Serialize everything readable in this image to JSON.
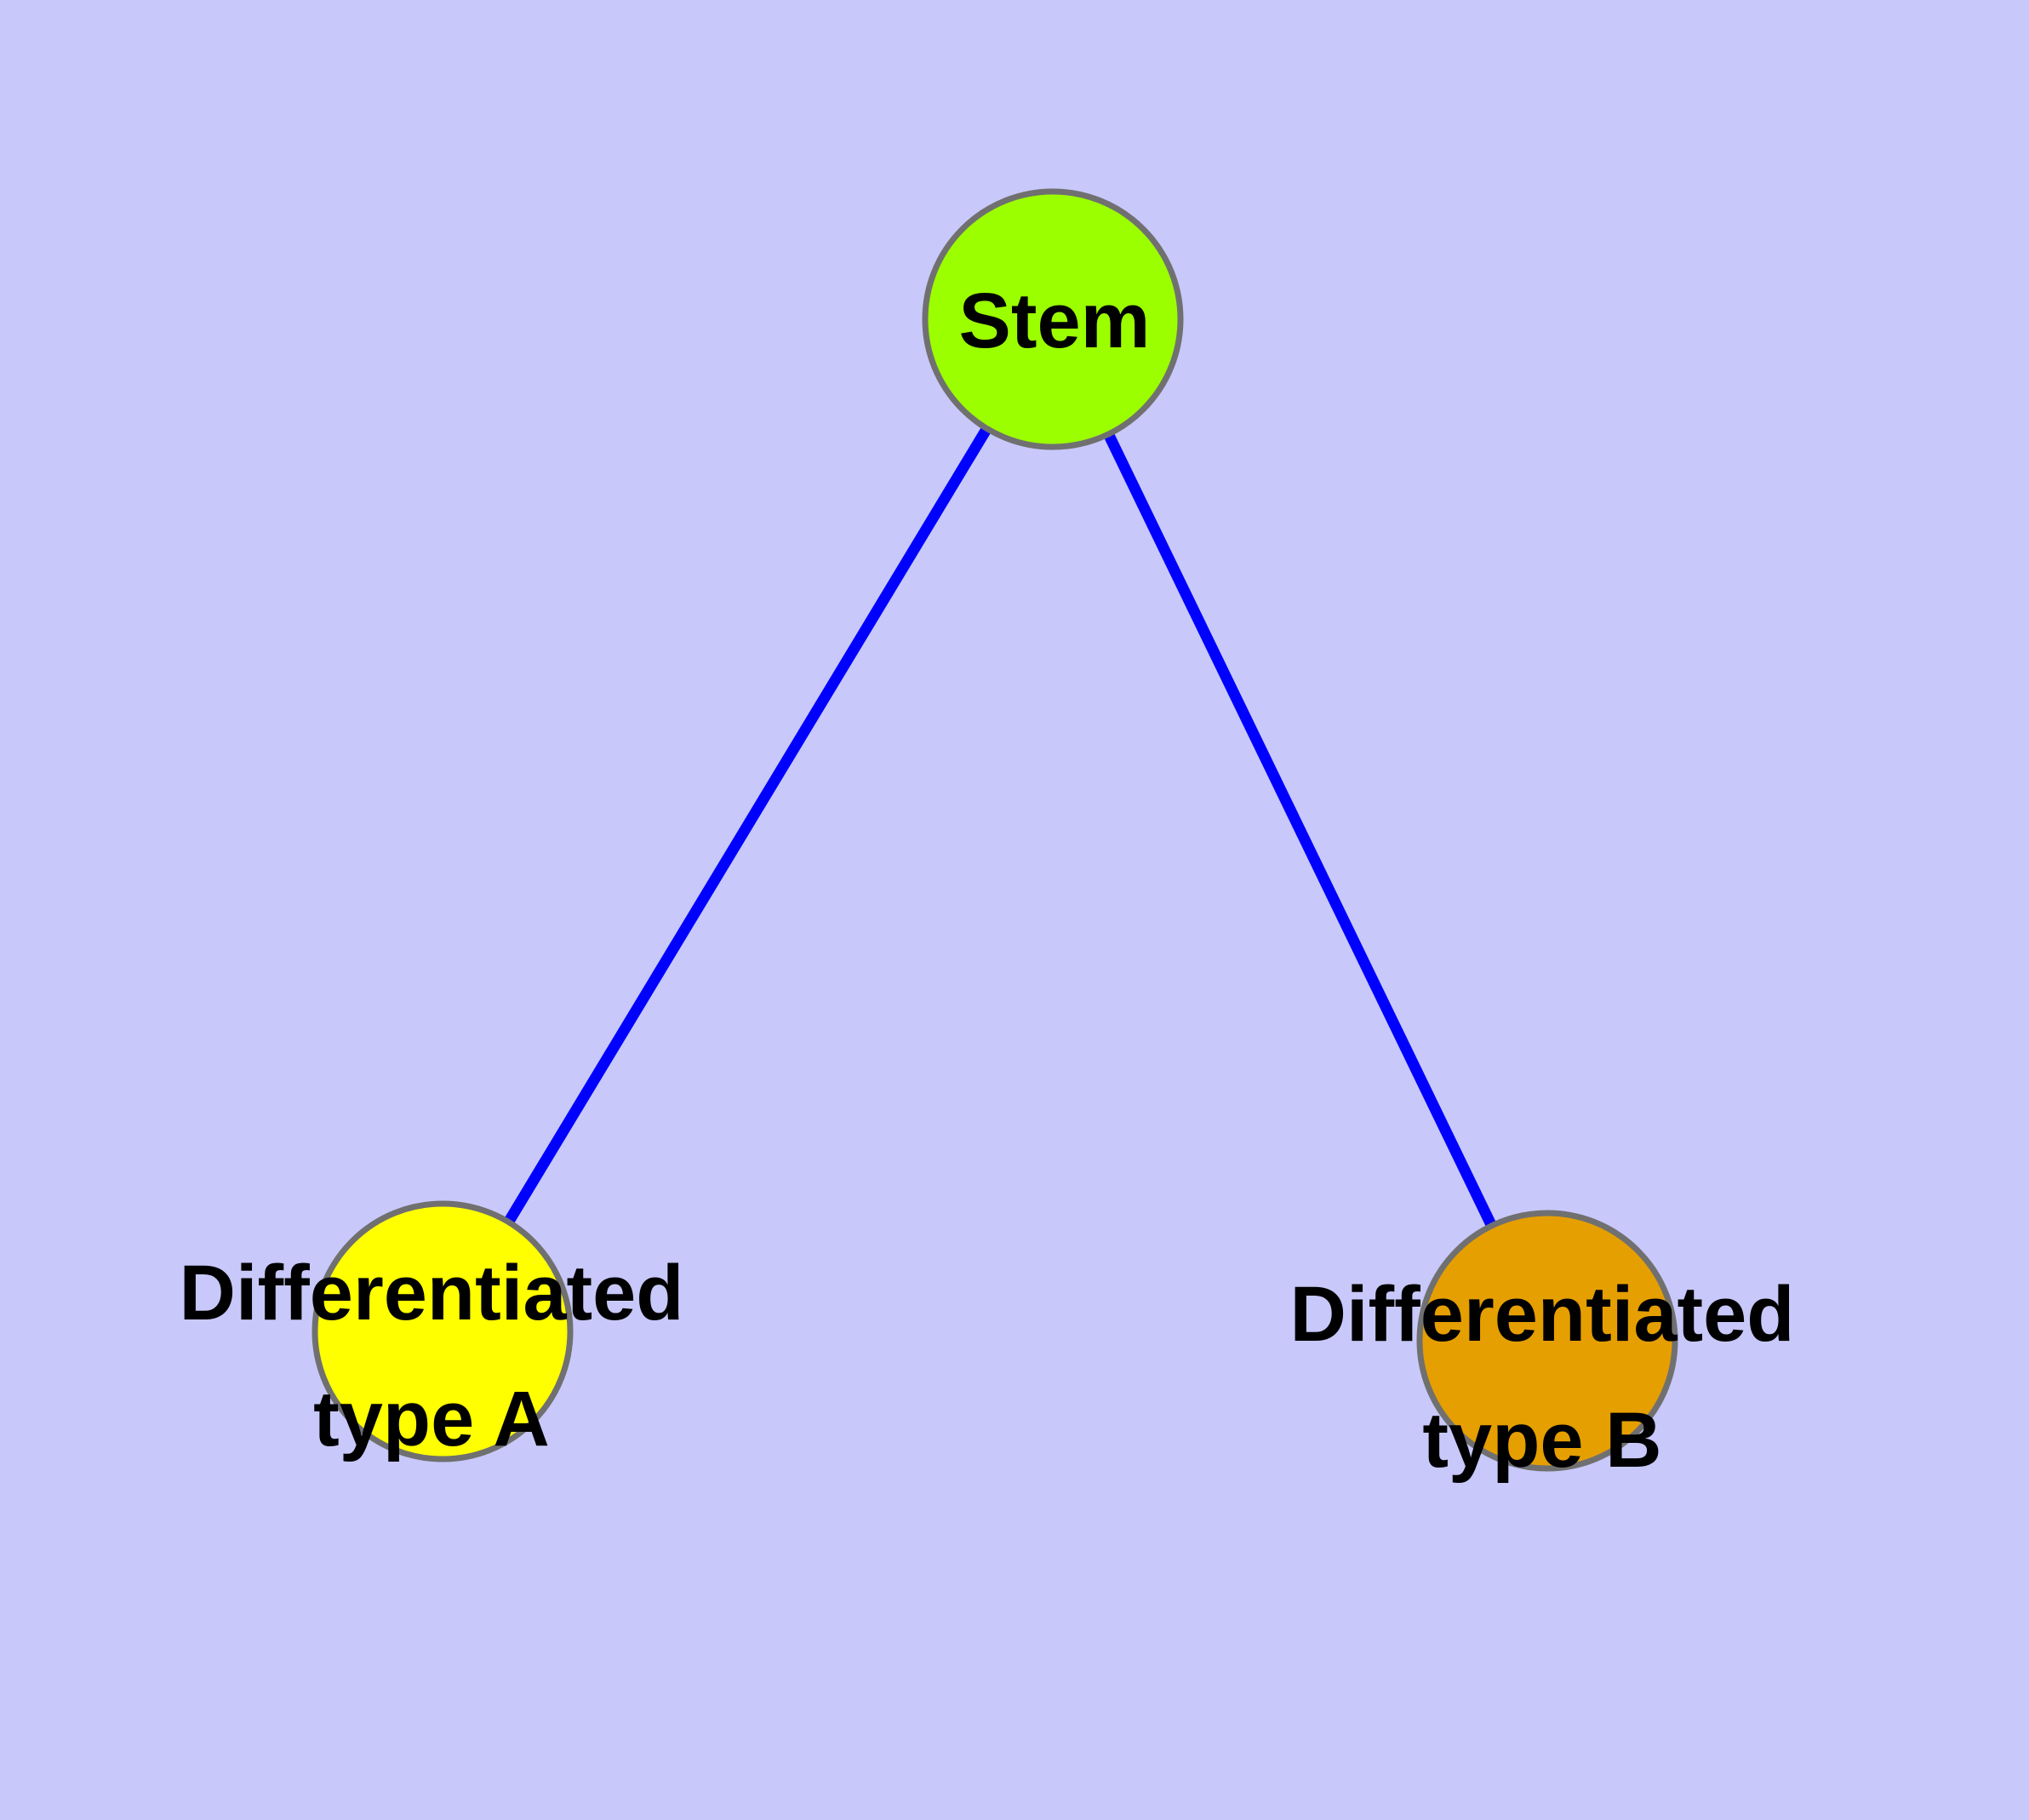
{
  "diagram": {
    "type": "node-link-graph",
    "background_color": "#C8C8FA",
    "edge_color": "#0000FF",
    "node_border_color": "#707070",
    "label_color": "#000000",
    "nodes": {
      "stem": {
        "label": "Stem",
        "fill": "#9BFF00"
      },
      "typeA": {
        "label": "Differentiated type A",
        "label_line1": "Differentiated",
        "label_line2": "type A",
        "fill": "#FFFF00"
      },
      "typeB": {
        "label": "Differentiated type B",
        "label_line1": "Differentiated",
        "label_line2": "type B",
        "fill": "#E69F00"
      }
    },
    "edges": [
      {
        "from": "Stem",
        "to": "Differentiated type A"
      },
      {
        "from": "Stem",
        "to": "Differentiated type B"
      }
    ]
  }
}
